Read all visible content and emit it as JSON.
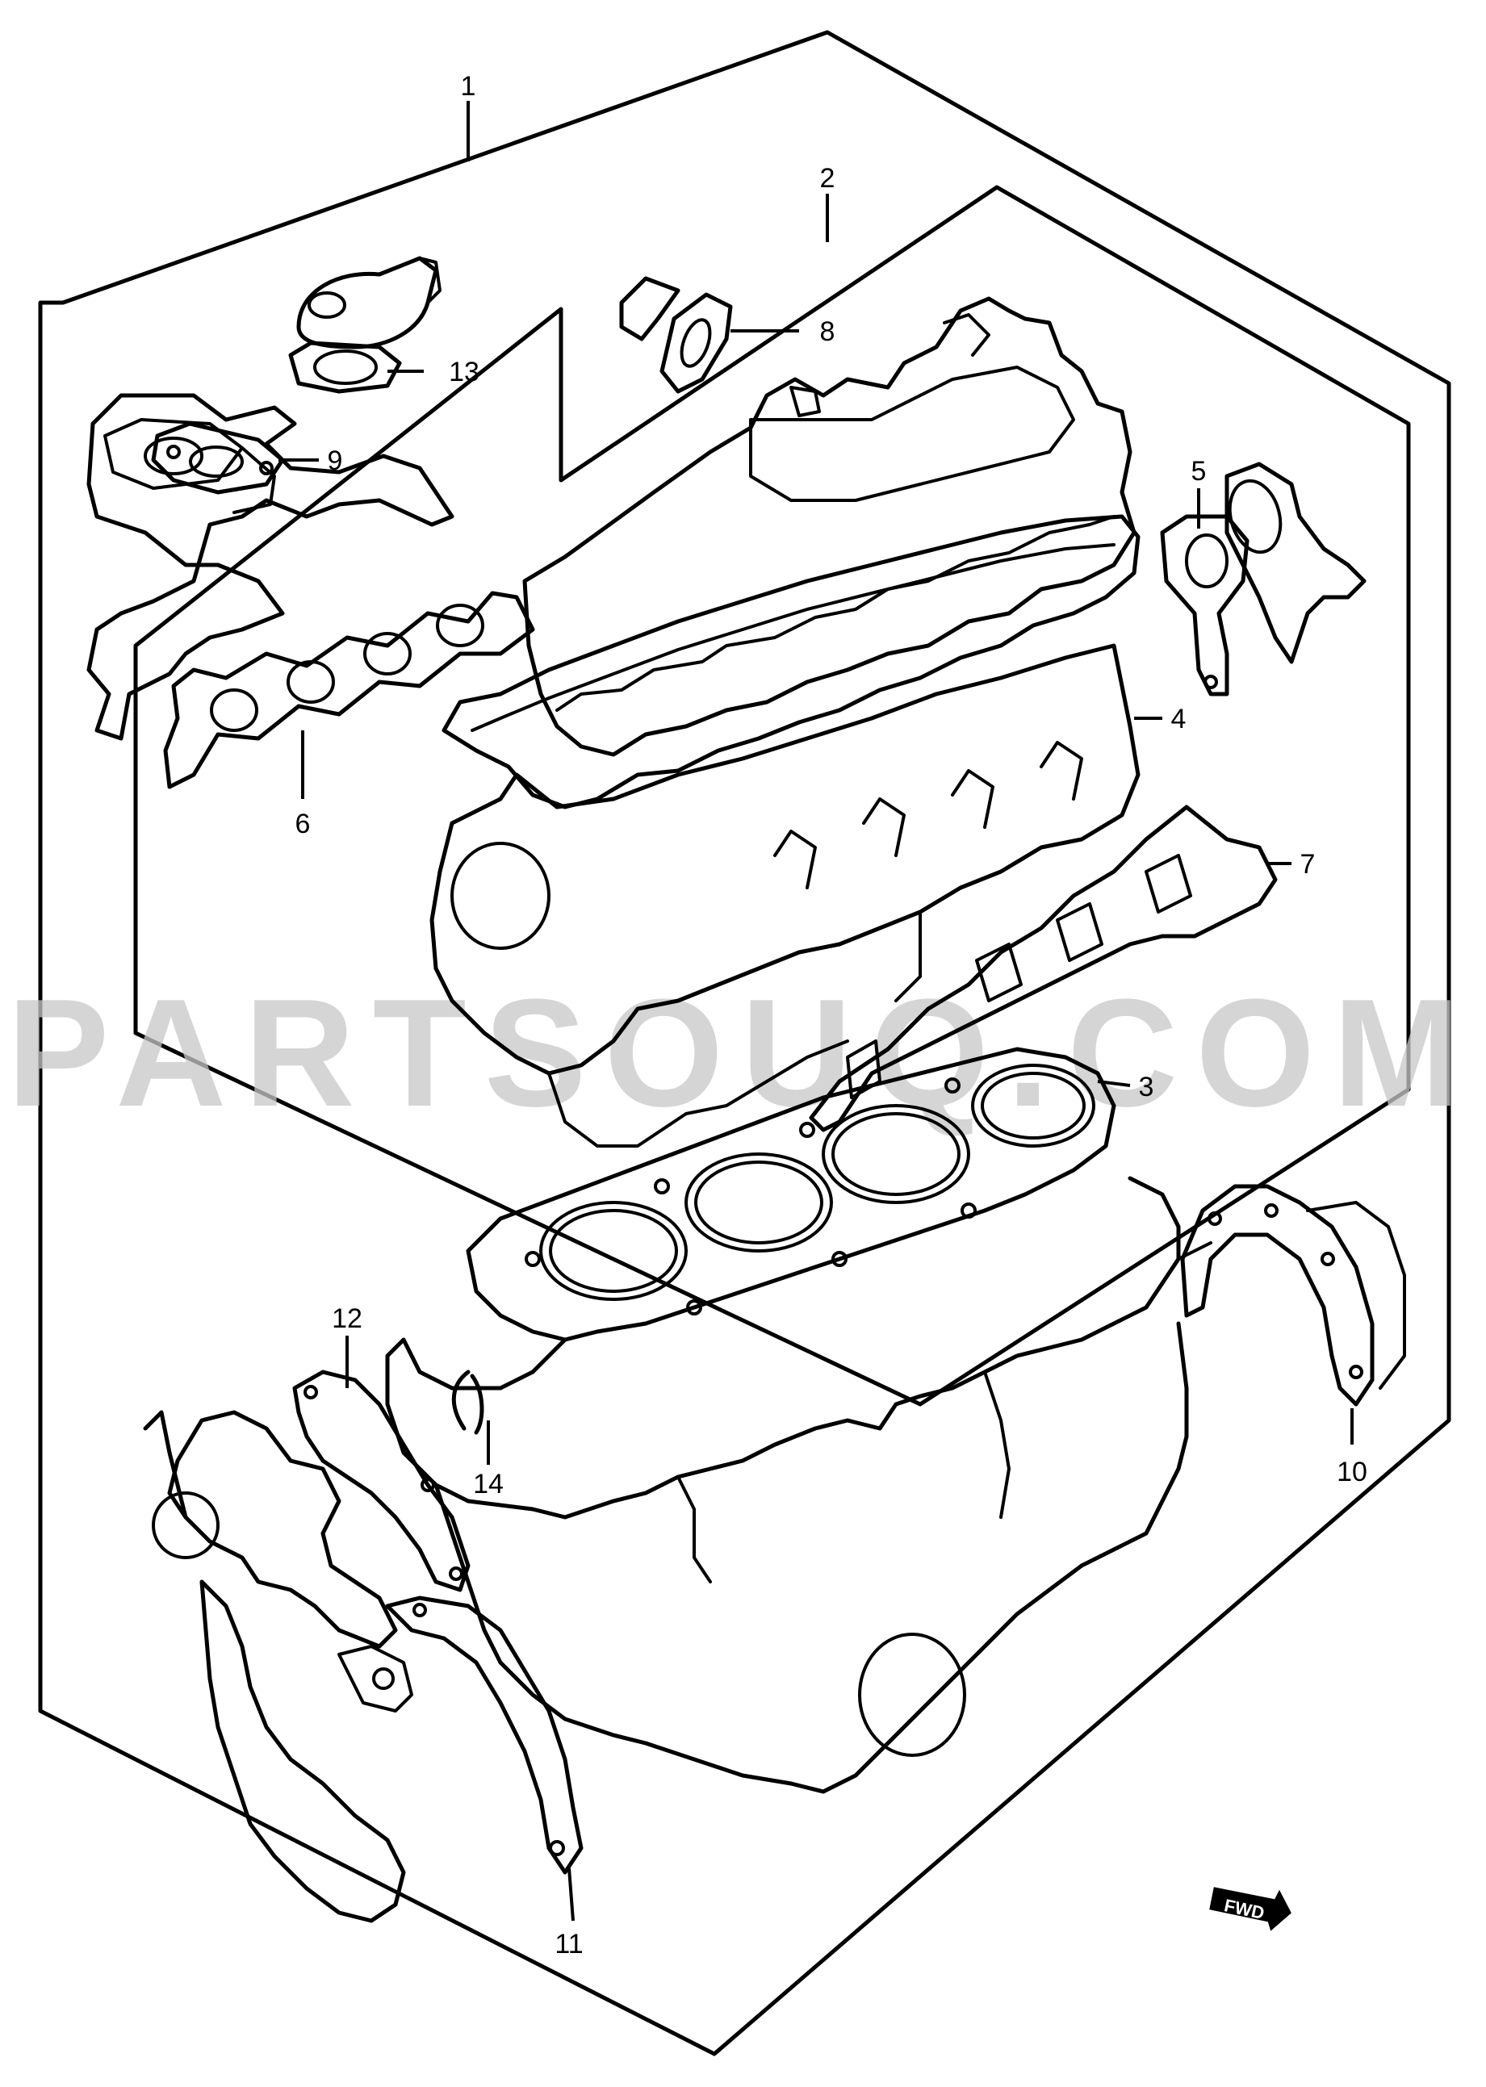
{
  "watermark": "PARTSOUQ.COM",
  "front_marker": "FWD",
  "callouts": [
    "1",
    "2",
    "3",
    "4",
    "5",
    "6",
    "7",
    "8",
    "9",
    "10",
    "11",
    "12",
    "13",
    "14"
  ]
}
